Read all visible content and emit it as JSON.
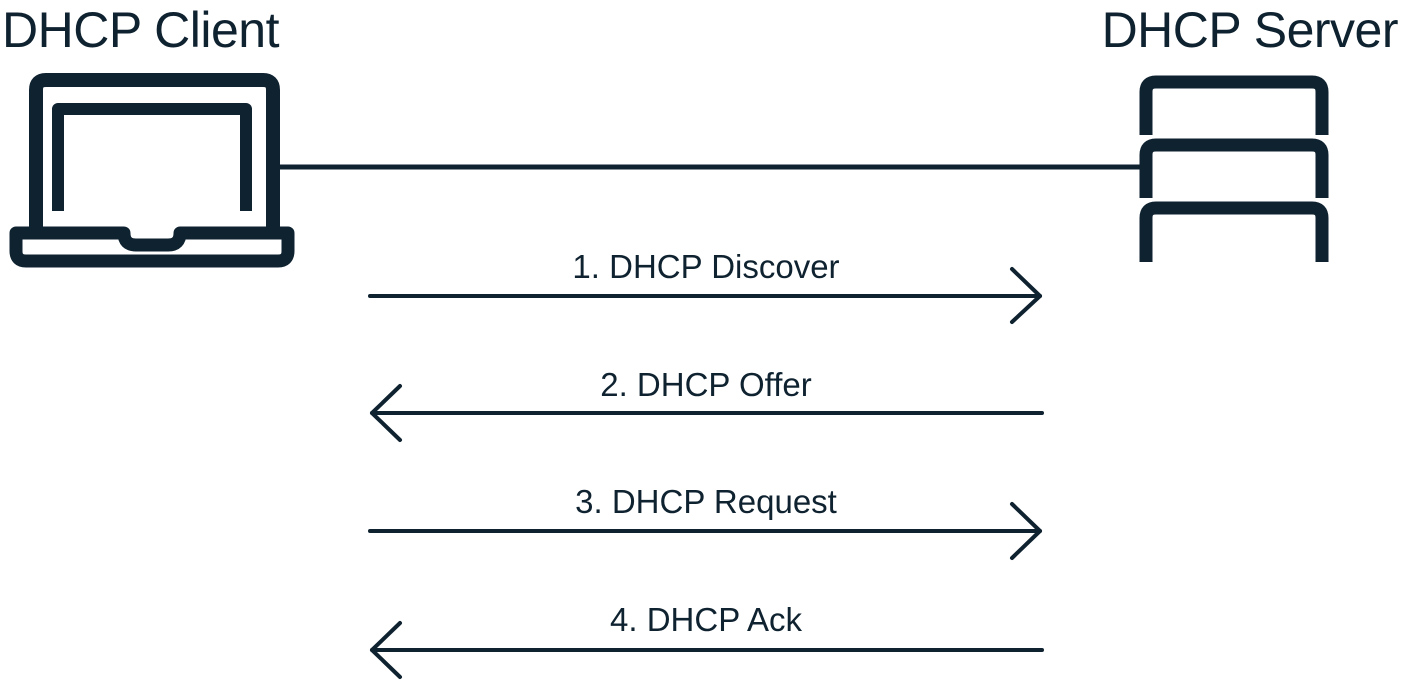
{
  "colors": {
    "ink": "#0f2230",
    "background": "#ffffff"
  },
  "client": {
    "title": "DHCP Client",
    "icon": "laptop-icon"
  },
  "server": {
    "title": "DHCP Server",
    "icon": "server-stack-icon"
  },
  "messages": [
    {
      "label": "1. DHCP Discover",
      "direction": "client-to-server"
    },
    {
      "label": "2. DHCP Offer",
      "direction": "server-to-client"
    },
    {
      "label": "3. DHCP Request",
      "direction": "client-to-server"
    },
    {
      "label": "4. DHCP Ack",
      "direction": "server-to-client"
    }
  ]
}
